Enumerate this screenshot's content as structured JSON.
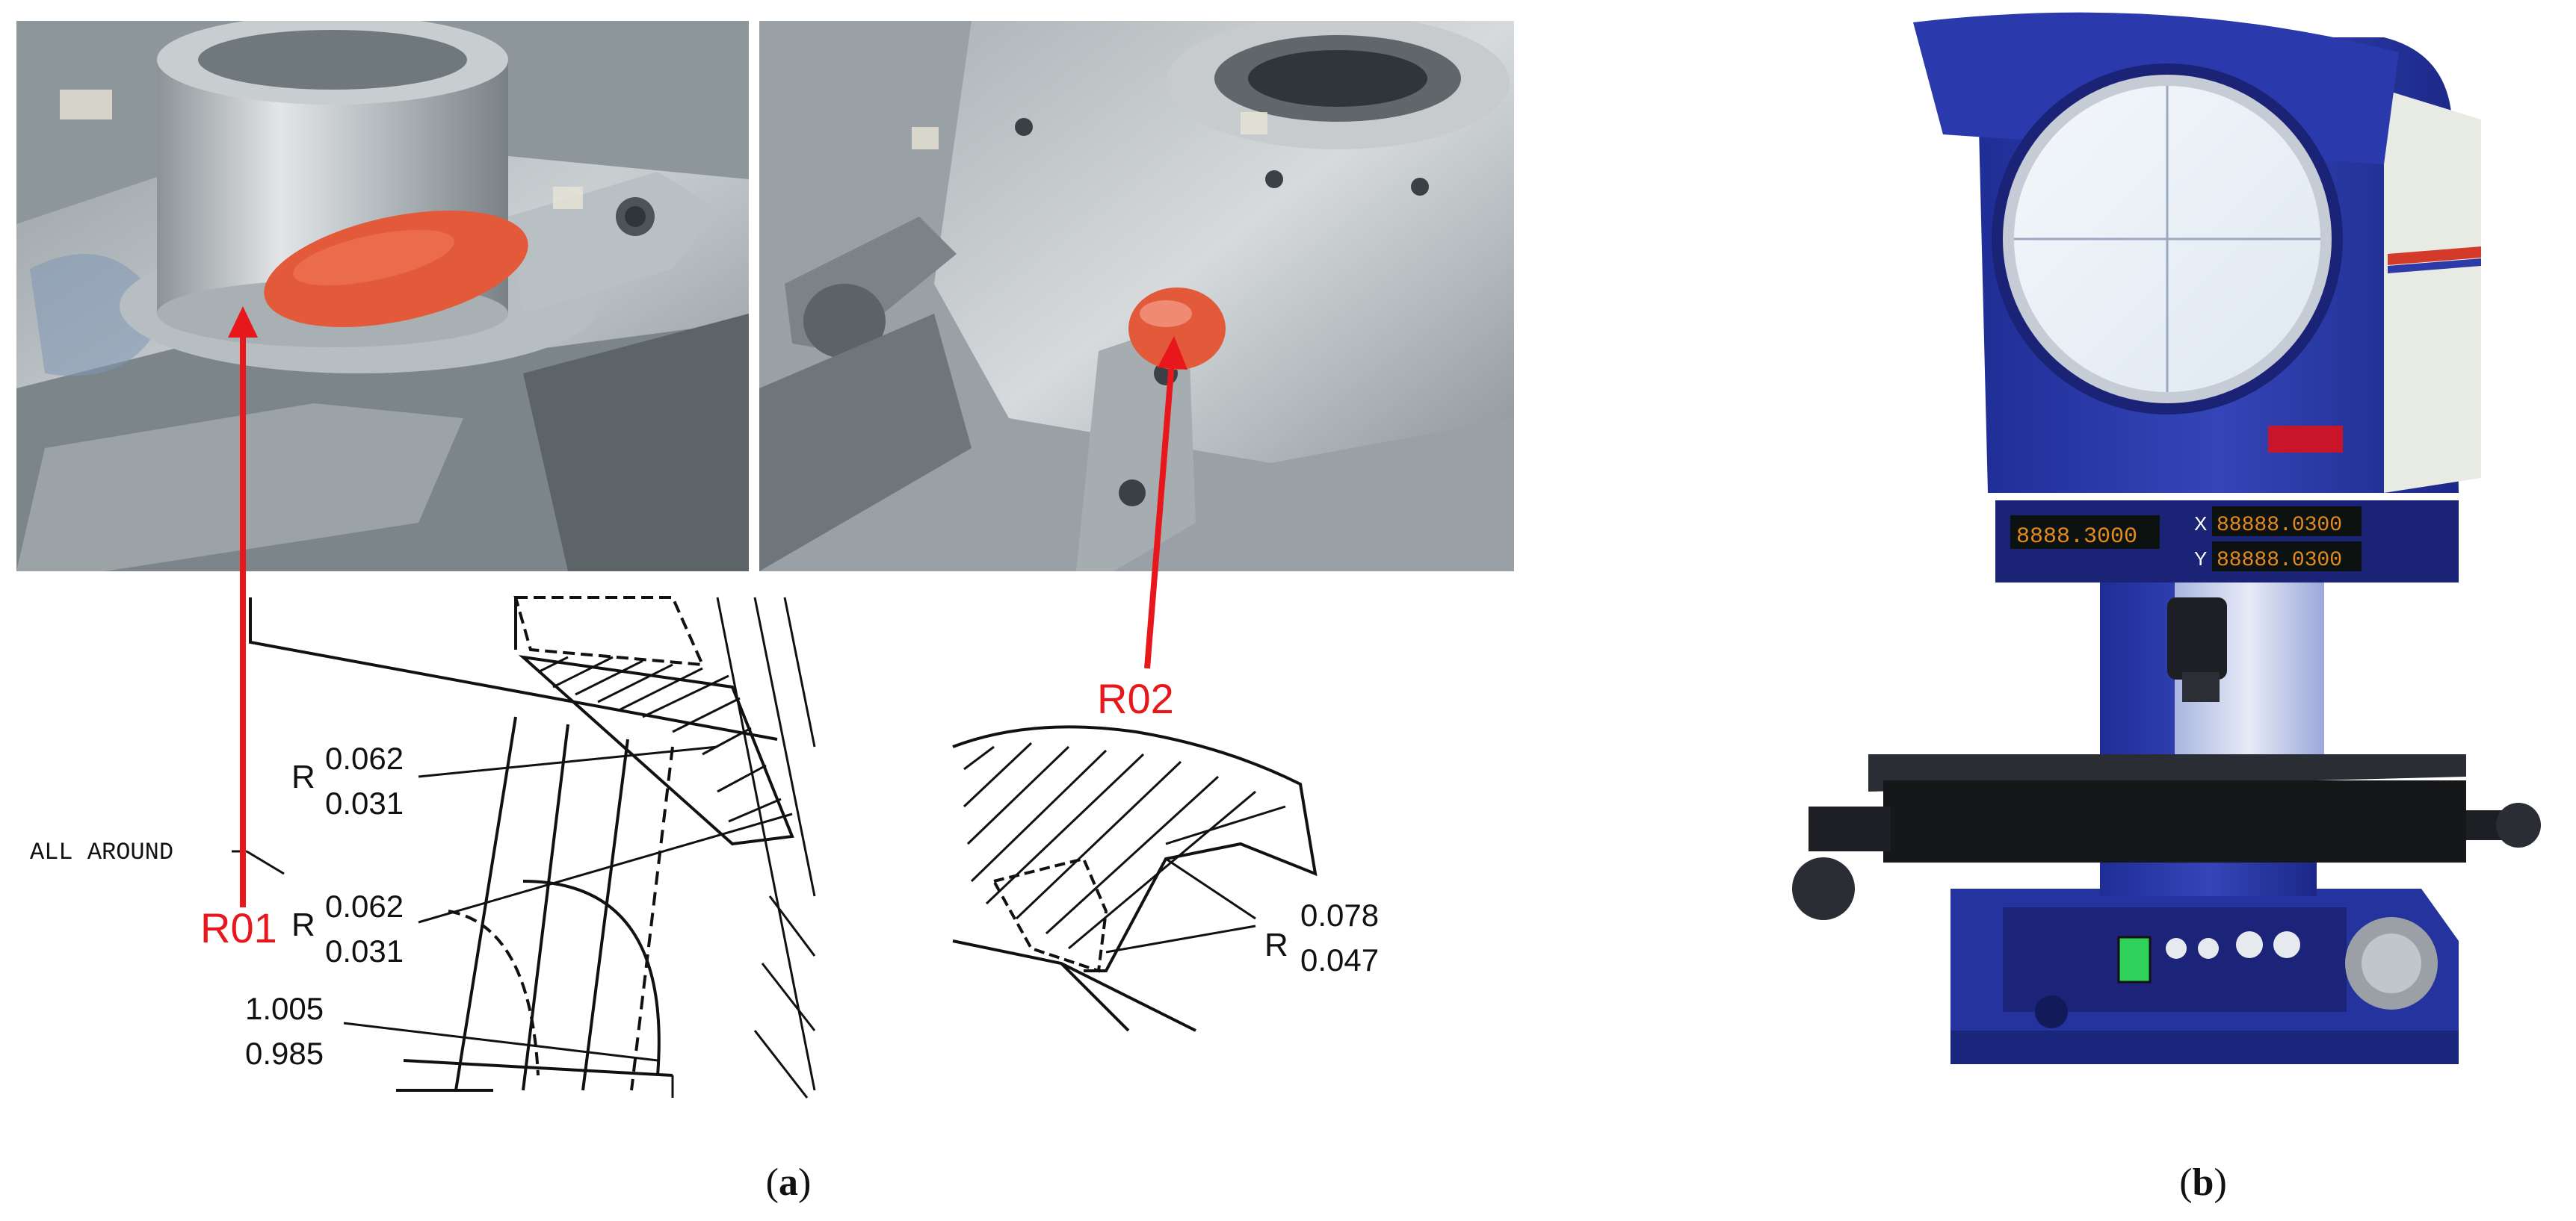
{
  "panel_a": {
    "photo_labels": {
      "left": "R01",
      "right": "R02"
    },
    "callout_left_text": "ALL AROUND",
    "dims": {
      "d1": {
        "prefix": "R",
        "top": "0.062",
        "bottom": "0.031"
      },
      "d2": {
        "prefix": "R",
        "top": "0.062",
        "bottom": "0.031"
      },
      "d3": {
        "top": "1.005",
        "bottom": "0.985"
      },
      "d4": {
        "prefix": "R",
        "top": "0.078",
        "bottom": "0.047"
      }
    },
    "caption_open": "(",
    "caption_letter": "a",
    "caption_close": ")"
  },
  "panel_b": {
    "caption_open": "(",
    "caption_letter": "b",
    "caption_close": ")",
    "readouts": {
      "left": "8888.3000",
      "x_prefix": "X",
      "x": "88888.0300",
      "y_prefix": "Y",
      "y": "88888.0300"
    }
  },
  "colors": {
    "accent_red": "#e8171c",
    "projector_blue": "#2b3aa8",
    "wax_orange": "#e35a3a"
  }
}
